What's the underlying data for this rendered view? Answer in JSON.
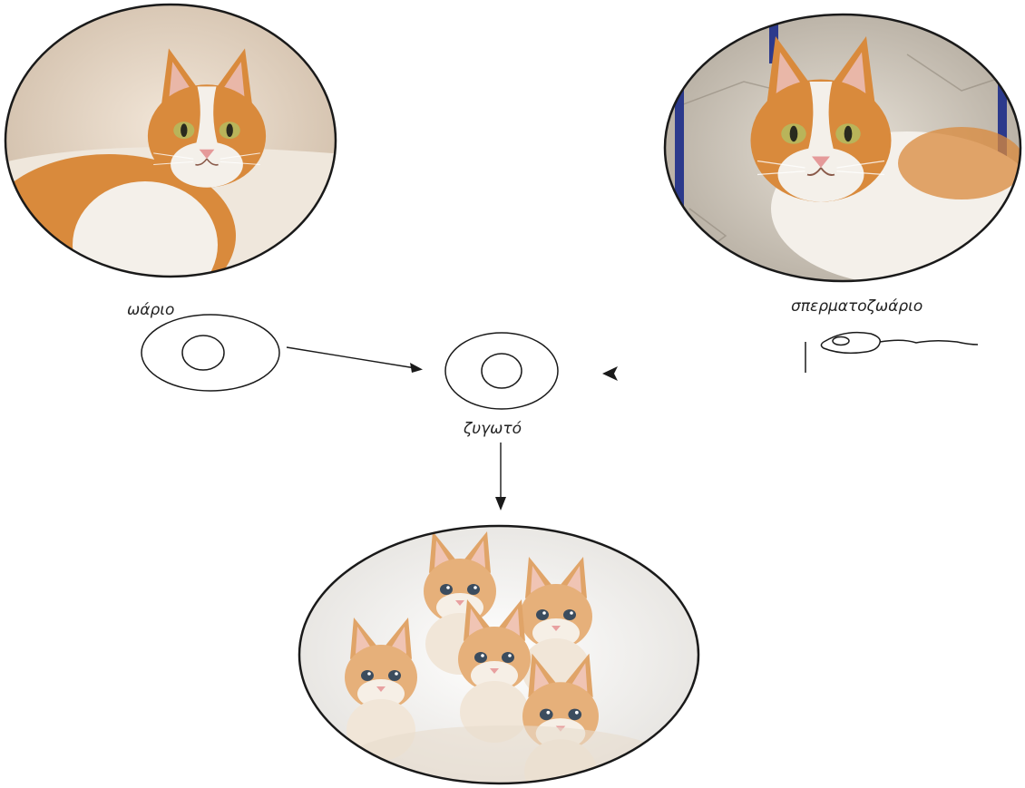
{
  "labels": {
    "egg": "ωάριο",
    "sperm": "σπερματοζωάριο",
    "zygote": "ζυγωτό"
  },
  "photos": {
    "mother": "female orange-and-white tabby cat",
    "father": "male orange-and-white tabby cat",
    "offspring": "litter of orange-and-white kittens"
  },
  "colors": {
    "line": "#1a1a1a",
    "orange_fur": "#d98a3c",
    "white_fur": "#f4f0ea"
  }
}
